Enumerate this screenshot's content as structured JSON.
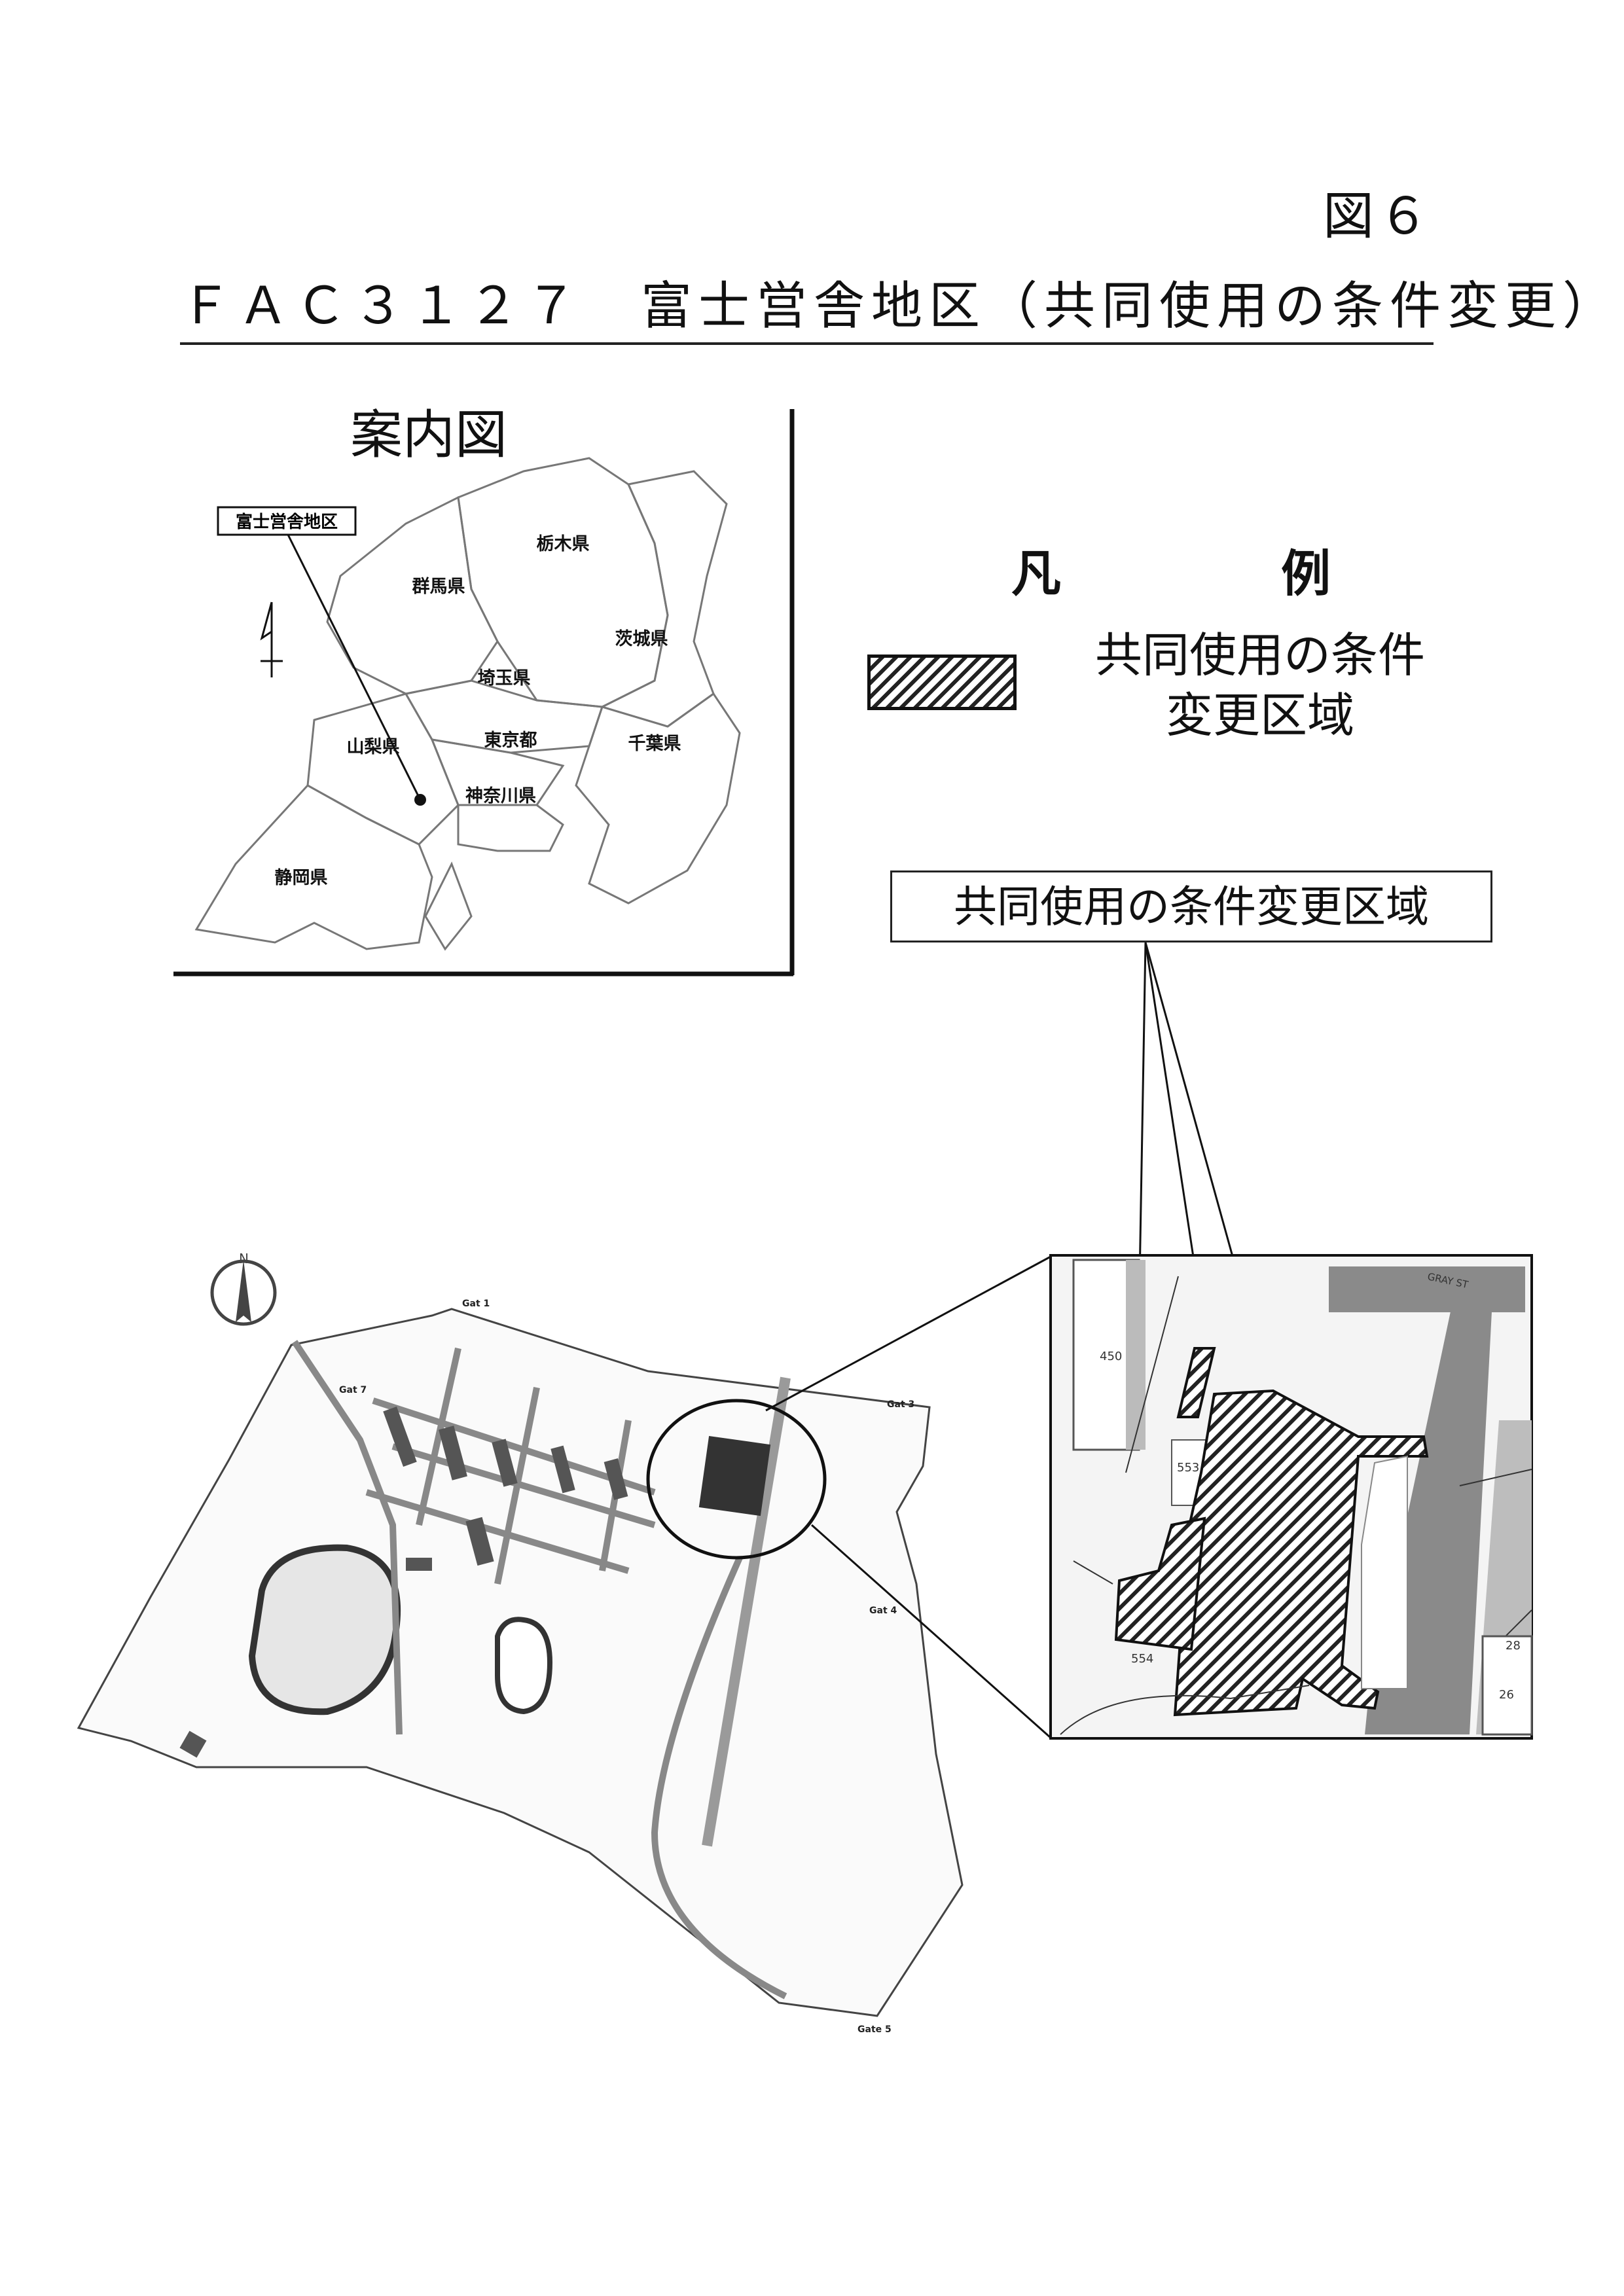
{
  "header": {
    "figure_number": "図６",
    "title": "ＦＡＣ３１２７　富士営舎地区（共同使用の条件変更）"
  },
  "guide_map": {
    "title": "案内図",
    "site_label": "富士営舎地区",
    "prefectures": [
      "栃木県",
      "群馬県",
      "茨城県",
      "埼玉県",
      "山梨県",
      "東京都",
      "千葉県",
      "神奈川県",
      "静岡県"
    ]
  },
  "legend": {
    "title": "凡　例",
    "label_line1": "共同使用の条件",
    "label_line2": "変更区域"
  },
  "callout": {
    "label": "共同使用の条件変更区域"
  },
  "site_map": {
    "gate_labels": [
      "Gat 1",
      "Gat 7",
      "Gat 3",
      "Gat 4",
      "Gate 5"
    ]
  },
  "detail_map": {
    "building_labels": [
      "450",
      "553",
      "554",
      "28",
      "26"
    ],
    "street_label": "GRAY ST"
  },
  "colors": {
    "hatch": "#222222",
    "road_gray": "#8a8a8a",
    "line": "#111111"
  }
}
